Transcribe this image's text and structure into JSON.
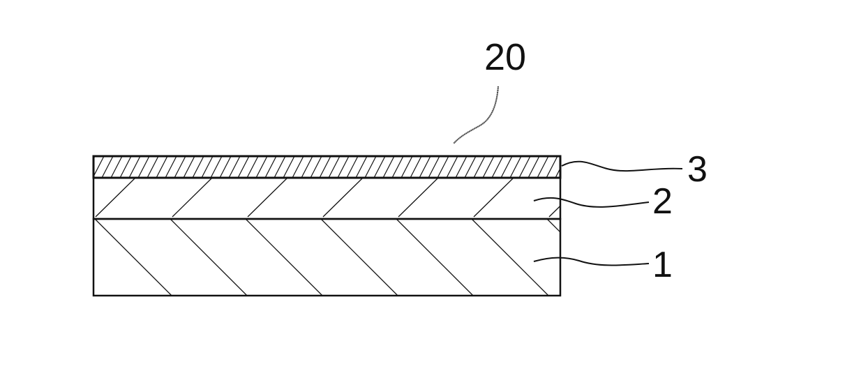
{
  "figure": {
    "reference_numerals": {
      "assembly": "20",
      "layer_top": "3",
      "layer_middle": "2",
      "layer_bottom": "1"
    },
    "layers": [
      {
        "numeral": "3",
        "hatch": "fine-diagonal",
        "position": "top"
      },
      {
        "numeral": "2",
        "hatch": "chevron",
        "position": "middle"
      },
      {
        "numeral": "1",
        "hatch": "chevron",
        "position": "bottom"
      }
    ],
    "colors": {
      "line": "#111111",
      "background": "#ffffff"
    }
  }
}
